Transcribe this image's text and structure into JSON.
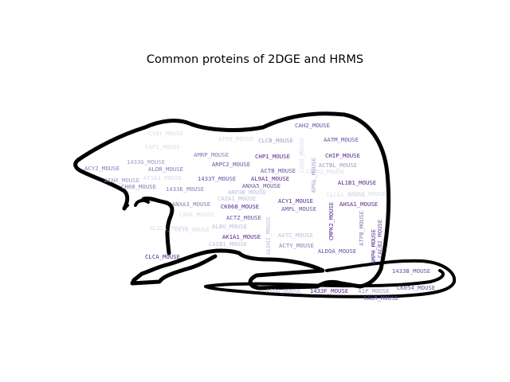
{
  "figure": {
    "title": "Common proteins of 2DGE and HRMS",
    "silhouette": "rat",
    "palette": [
      "#3b1a6e",
      "#54278f",
      "#6a51a3",
      "#807dba",
      "#9e9ac8",
      "#bcbddc",
      "#dadaeb",
      "#efedf5"
    ]
  },
  "words": [
    {
      "text": "CAH2_MOUSE",
      "shade": 2
    },
    {
      "text": "AATM_MOUSE",
      "shade": 2
    },
    {
      "text": "C1QY_MOUSE",
      "shade": 6
    },
    {
      "text": "ATPO_MOUSE",
      "shade": 6
    },
    {
      "text": "CLCB_MOUSE",
      "shade": 4
    },
    {
      "text": "CHIP_MOUSE",
      "shade": 1
    },
    {
      "text": "CHP1_MOUSE",
      "shade": 1
    },
    {
      "text": "AMRP_MOUSE",
      "shade": 3
    },
    {
      "text": "ARPC2_MOUSE",
      "shade": 2
    },
    {
      "text": "ACY2_MOUSE",
      "shade": 3
    },
    {
      "text": "1433G_MOUSE",
      "shade": 4
    },
    {
      "text": "ALDR_MOUSE",
      "shade": 3
    },
    {
      "text": "AINX_MOUSE",
      "shade": 4
    },
    {
      "text": "AT1A3_MOUSE",
      "shade": 6
    },
    {
      "text": "CH60_MOUSE",
      "shade": 3
    },
    {
      "text": "1433E_MOUSE",
      "shade": 3
    },
    {
      "text": "1433T_MOUSE",
      "shade": 2
    },
    {
      "text": "ACTB_MOUSE",
      "shade": 2
    },
    {
      "text": "AL9A1_MOUSE",
      "shade": 1
    },
    {
      "text": "ANXA5_MOUSE",
      "shade": 2
    },
    {
      "text": "ARP3B_MOUSE",
      "shade": 5
    },
    {
      "text": "CAZA1_MOUSE",
      "shade": 5
    },
    {
      "text": "CA2D2_MOUSE",
      "shade": 6
    },
    {
      "text": "ACTBL_MOUSE",
      "shade": 4
    },
    {
      "text": "AL1B1_MOUSE",
      "shade": 1
    },
    {
      "text": "ANXA3_MOUSE",
      "shade": 3
    },
    {
      "text": "CK068_MOUSE",
      "shade": 1
    },
    {
      "text": "ACY1_MOUSE",
      "shade": 1
    },
    {
      "text": "AMPL_MOUSE",
      "shade": 2
    },
    {
      "text": "AHSA1_MOUSE",
      "shade": 1
    },
    {
      "text": "ACTZ_MOUSE",
      "shade": 2
    },
    {
      "text": "CAH1_MOUSE",
      "shade": 6
    },
    {
      "text": "AL1L1_MOUSE",
      "shade": 6
    },
    {
      "text": "CATA_MOUSE",
      "shade": 6
    },
    {
      "text": "ALBU_MOUSE",
      "shade": 5
    },
    {
      "text": "AK1A1_MOUSE",
      "shade": 1
    },
    {
      "text": "CAIB1_MOUSE",
      "shade": 5
    },
    {
      "text": "ACTY_MOUSE",
      "shade": 3
    },
    {
      "text": "AATC_MOUSE",
      "shade": 5
    },
    {
      "text": "ALDOA_MOUSE",
      "shade": 2
    },
    {
      "text": "CLCA_MOUSE",
      "shade": 1
    },
    {
      "text": "1433B_MOUSE",
      "shade": 2
    },
    {
      "text": "CK054_MOUSE",
      "shade": 2
    },
    {
      "text": "1433F_MOUSE",
      "shade": 1
    },
    {
      "text": "A1P_MOUSE",
      "shade": 4
    },
    {
      "text": "CALR_MOUSE",
      "shade": 2
    },
    {
      "text": "ATPA_MOUSE",
      "shade": 5
    },
    {
      "text": "CAP1_MOUSE",
      "shade": 6
    },
    {
      "text": "ALDH2_MOUSE",
      "shade": 5
    },
    {
      "text": "6PGL_MOUSE",
      "shade": 4
    },
    {
      "text": "CMPK2_MOUSE",
      "shade": 1
    },
    {
      "text": "ATPB_MOUSE",
      "shade": 3
    },
    {
      "text": "AMPH_MOUSE",
      "shade": 1
    },
    {
      "text": "CALB2_MOUSE",
      "shade": 2
    },
    {
      "text": "CLCA1_MOUSE",
      "shade": 6
    },
    {
      "text": "CAZA2_MOUSE",
      "shade": 6
    },
    {
      "text": "CAH3_MOUSE",
      "shade": 6
    }
  ]
}
